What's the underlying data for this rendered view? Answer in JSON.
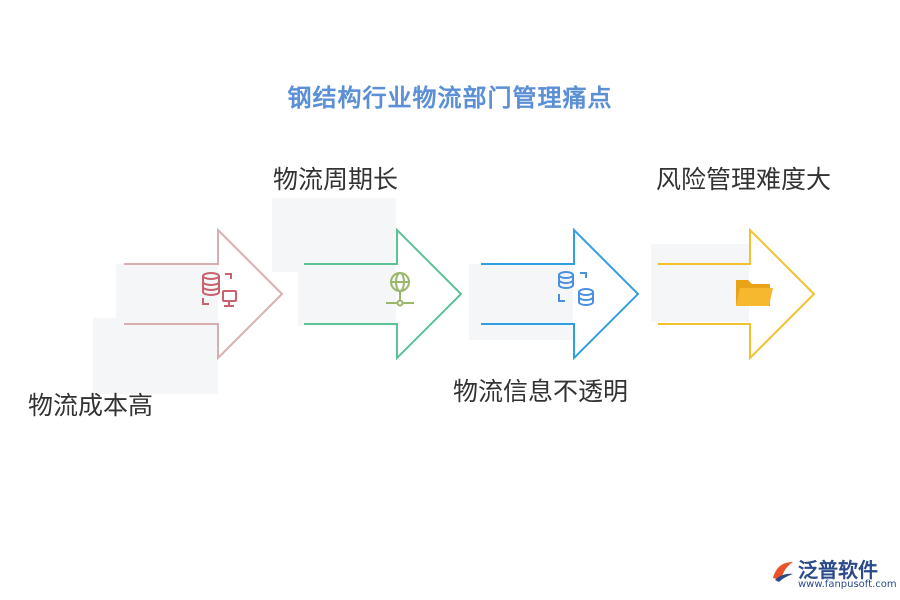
{
  "title": "钢结构行业物流部门管理痛点",
  "steps": [
    {
      "label": "物流成本高",
      "color": "#d9aeb0",
      "icon": "database-computer-icon"
    },
    {
      "label": "物流周期长",
      "color": "#5cc397",
      "icon": "globe-network-icon"
    },
    {
      "label": "物流信息不透明",
      "color": "#2f9fe0",
      "icon": "database-sync-icon"
    },
    {
      "label": "风险管理难度大",
      "color": "#f2c12e",
      "icon": "folder-icon"
    }
  ],
  "logo": {
    "name": "泛普软件",
    "url": "www.fanpusoft.com"
  }
}
